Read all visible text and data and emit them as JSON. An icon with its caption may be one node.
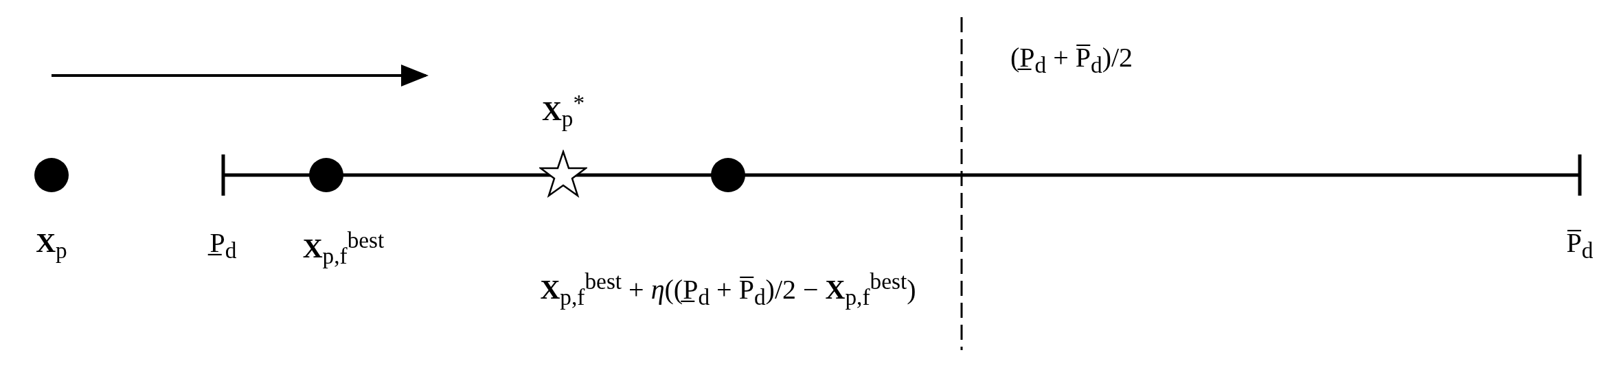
{
  "diagram": {
    "nodes": [
      {
        "text": [],
        "shape": "circle",
        "beside": [
          "**X**$_{p}$"
        ]
      },
      {
        "text": [],
        "shape": "circle",
        "beside": [
          "**X**$_{p,f}$$^{best}$"
        ]
      },
      {
        "text": [],
        "shape": "star",
        "beside": [
          "**X**$_{p}$$^{*}$"
        ]
      },
      {
        "text": [],
        "shape": "circle",
        "beside": [
          "**X**$_{p,f}$$^{best}$ + *η*((P̲$_{d}$ + P̅$_{d}$)/2 − **X**$_{p,f}$$^{best}$)"
        ]
      }
    ],
    "edges": [],
    "labels": [
      "(P̲$_{d}$ + P̅$_{d}$)/2",
      "P̲$_{d}$",
      "P̅$_{d}$"
    ]
  }
}
